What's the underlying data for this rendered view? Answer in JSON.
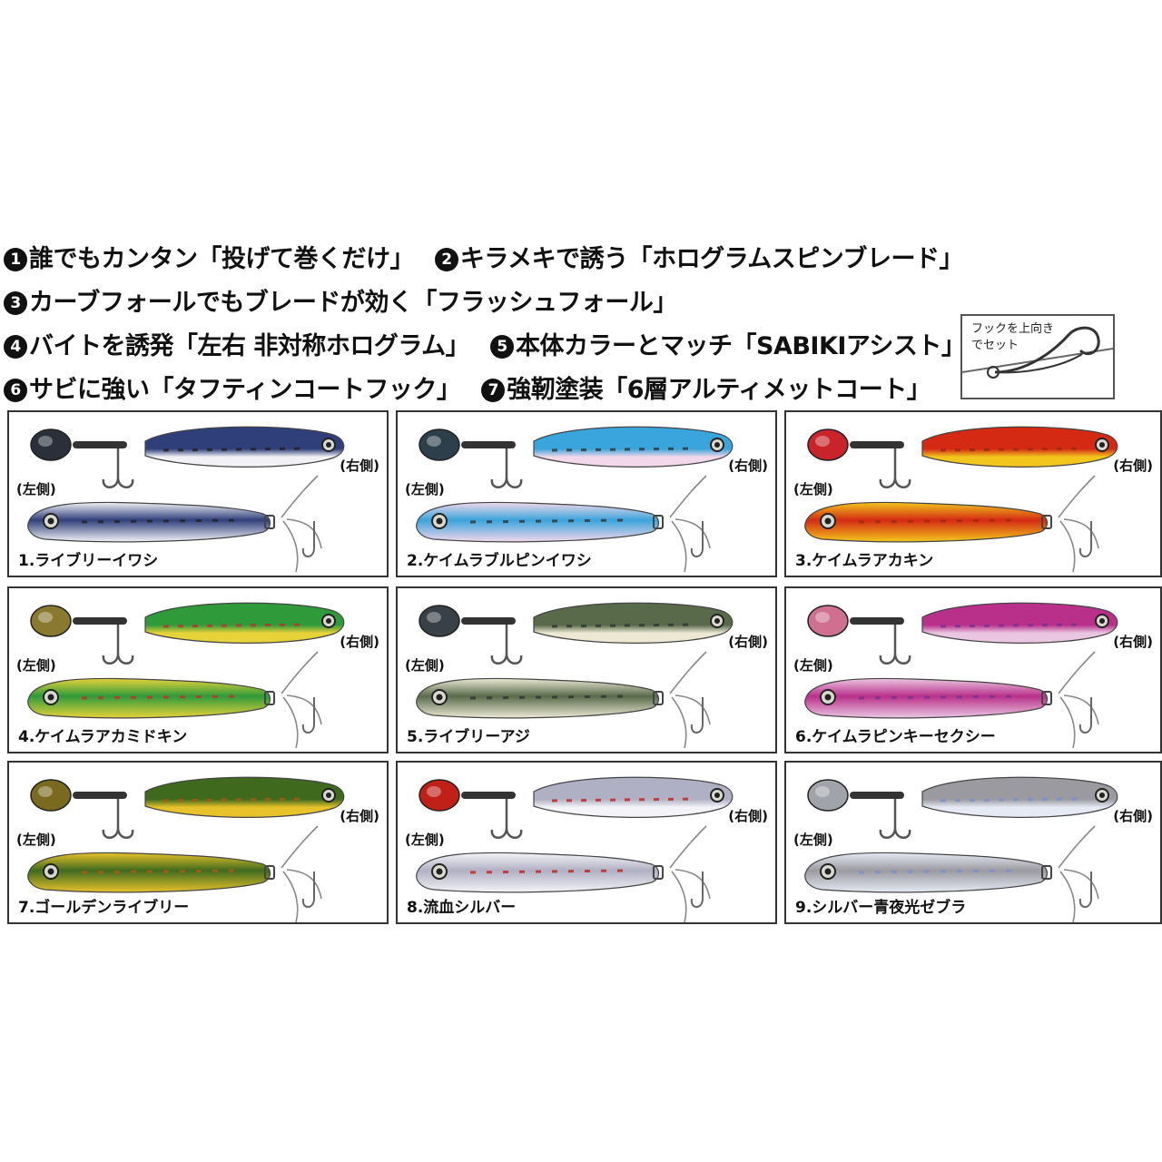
{
  "features": [
    [
      {
        "num": "1",
        "text": "誰でもカンタン「投げて巻くだけ」"
      },
      {
        "num": "2",
        "text": "キラメキで誘う「ホログラムスピンブレード」"
      }
    ],
    [
      {
        "num": "3",
        "text": "カーブフォールでもブレードが効く「フラッシュフォール」"
      }
    ],
    [
      {
        "num": "4",
        "text": "バイトを誘発「左右 非対称ホログラム」"
      },
      {
        "num": "5",
        "text": "本体カラーとマッチ「SABIKIアシスト」"
      }
    ],
    [
      {
        "num": "6",
        "text": "サビに強い「タフティンコートフック」"
      },
      {
        "num": "7",
        "text": "強靭塗装「6層アルティメットコート」"
      }
    ]
  ],
  "hook_note": "フックを上向き\nでセット",
  "labels": {
    "left": "(左側)",
    "right": "(右側)"
  },
  "colors": [
    {
      "caption": "1.ライブリーイワシ",
      "top": "#2f3f7a",
      "belly": "#f2f2f6",
      "accent": "#222222",
      "blade": "#2a2f3a"
    },
    {
      "caption": "2.ケイムラブルピンイワシ",
      "top": "#3aa4dc",
      "belly": "#f3d7ea",
      "accent": "#333333",
      "blade": "#2c3f4a"
    },
    {
      "caption": "3.ケイムラアカキン",
      "top": "#d42a14",
      "belly": "#f2c61c",
      "accent": "#9a2a10",
      "blade": "#c8242a"
    },
    {
      "caption": "4.ケイムラアカミドキン",
      "top": "#2f9a3a",
      "belly": "#e7d23a",
      "accent": "#c03030",
      "blade": "#8a7a30"
    },
    {
      "caption": "5.ライブリーアジ",
      "top": "#586a4a",
      "belly": "#ece8d4",
      "accent": "#333333",
      "blade": "#3a4048"
    },
    {
      "caption": "6.ケイムラピンキーセクシー",
      "top": "#b8308a",
      "belly": "#eac6e2",
      "accent": "#7a3090",
      "blade": "#d07090"
    },
    {
      "caption": "7.ゴールデンライブリー",
      "top": "#3f6a1e",
      "belly": "#e8c22a",
      "accent": "#b05a10",
      "blade": "#7a6a20"
    },
    {
      "caption": "8.流血シルバー",
      "top": "#b0b0c4",
      "belly": "#f4f4f8",
      "accent": "#c4201a",
      "blade": "#c02018"
    },
    {
      "caption": "9.シルバー青夜光ゼブラ",
      "top": "#9a9aa0",
      "belly": "#e6eaf4",
      "accent": "#7a90d0",
      "blade": "#a0a4aa"
    }
  ]
}
